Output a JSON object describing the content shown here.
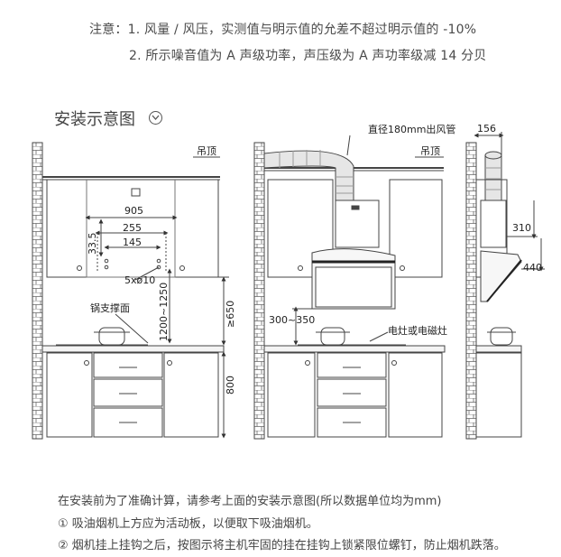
{
  "notes": {
    "line1": "注意：1. 风量 / 风压，实测值与明示值的允差不超过明示值的 -10%",
    "line2": "2. 所示噪音值为 A 声级功率，声压级为 A 声功率级减 14 分贝"
  },
  "section_title": "安装示意图",
  "diagram1": {
    "ceiling_label": "吊顶",
    "dim_905": "905",
    "dim_255": "255",
    "dim_145": "145",
    "dim_33_5": "33.5",
    "hole_label": "5xø10",
    "dim_1200_1250": "1200~1250",
    "dim_650": "≥650",
    "dim_800": "800",
    "pan_label": "锅支撑面"
  },
  "diagram2": {
    "duct_label": "直径180mm出风管",
    "ceiling_label": "吊顶",
    "dim_300_350": "300~350",
    "stove_label": "电灶或电磁灶"
  },
  "diagram3": {
    "dim_156": "156",
    "dim_310": "310",
    "dim_440": "440"
  },
  "footer": {
    "line1": "在安装前为了准确计算，请参考上面的安装示意图(所以数据单位均为mm)",
    "line2": "① 吸油烟机上方应为活动板，以便取下吸油烟机。",
    "line3": "② 烟机挂上挂钩之后，按图示将主机牢固的挂在挂钩上锁紧限位螺钉，防止烟机跌落。"
  }
}
